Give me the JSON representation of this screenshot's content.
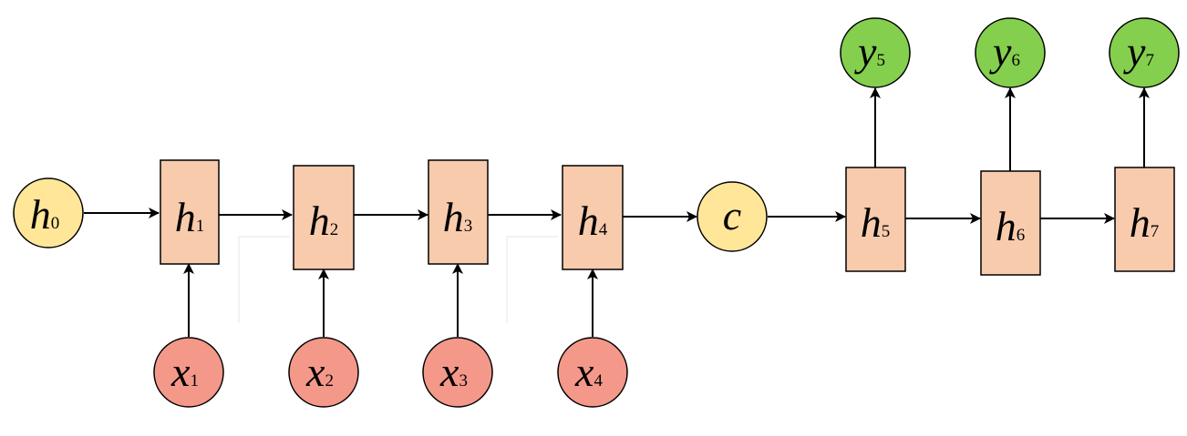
{
  "colors": {
    "state_circle": "#FFE699",
    "input_circle": "#F4988A",
    "output_circle": "#84CF4D",
    "hidden_box": "#F8CBAD",
    "stroke": "#000000"
  },
  "diagram": {
    "initial_state": {
      "var": "h",
      "sub": "0"
    },
    "context": {
      "var": "c"
    },
    "encoder_hidden": [
      {
        "var": "h",
        "sub": "1"
      },
      {
        "var": "h",
        "sub": "2"
      },
      {
        "var": "h",
        "sub": "3"
      },
      {
        "var": "h",
        "sub": "4"
      }
    ],
    "inputs": [
      {
        "var": "x",
        "sub": "1"
      },
      {
        "var": "x",
        "sub": "2"
      },
      {
        "var": "x",
        "sub": "3"
      },
      {
        "var": "x",
        "sub": "4"
      }
    ],
    "decoder_hidden": [
      {
        "var": "h",
        "sub": "5"
      },
      {
        "var": "h",
        "sub": "6"
      },
      {
        "var": "h",
        "sub": "7"
      }
    ],
    "outputs": [
      {
        "var": "y",
        "sub": "5"
      },
      {
        "var": "y",
        "sub": "6"
      },
      {
        "var": "y",
        "sub": "7"
      }
    ]
  }
}
